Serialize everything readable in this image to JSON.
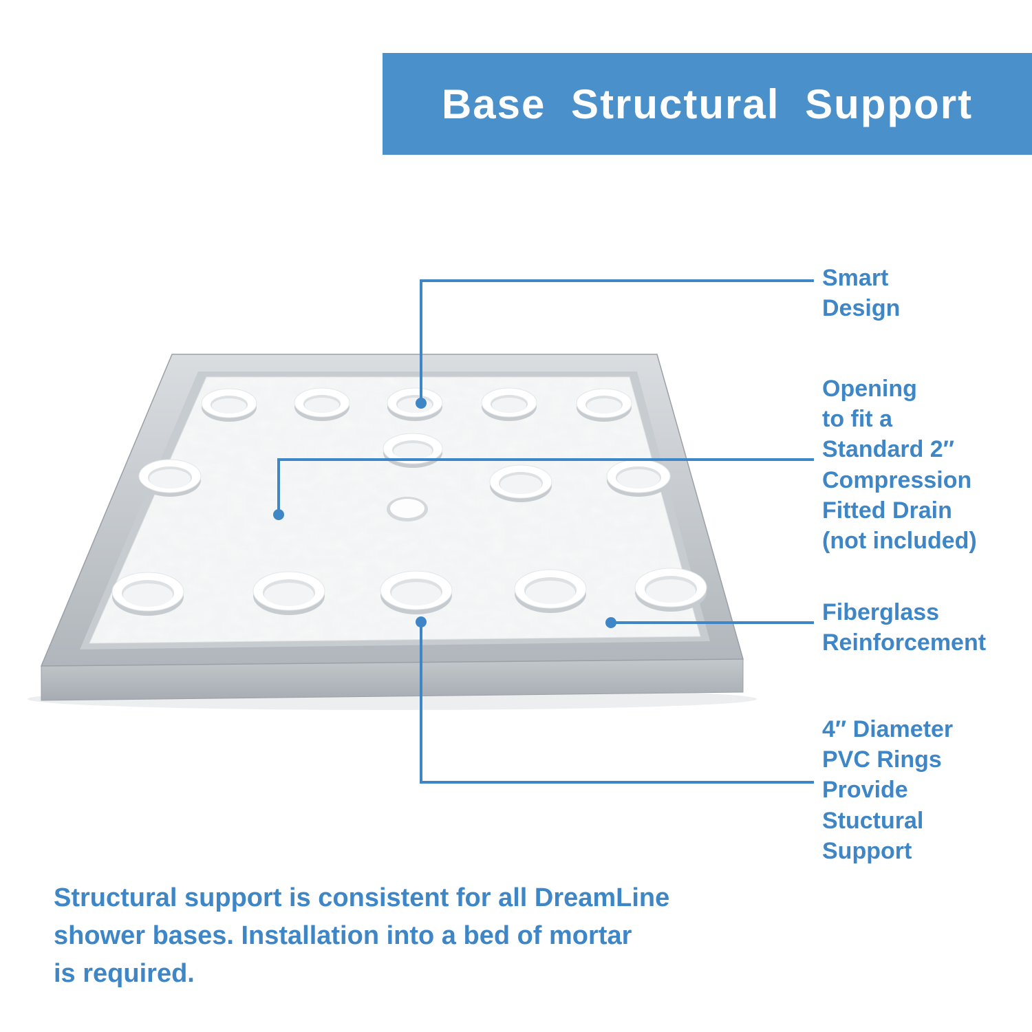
{
  "colors": {
    "banner": "#4a90cb",
    "accent": "#3e86c6"
  },
  "header": {
    "title": "Base Structural Support"
  },
  "callouts": {
    "smart_design": "Smart\nDesign",
    "drain_opening": "Opening\nto fit a\nStandard 2″\nCompression\nFitted Drain\n(not included)",
    "fiberglass": "Fiberglass\nReinforcement",
    "pvc_rings": "4″ Diameter\nPVC Rings\nProvide\nStuctural\nSupport"
  },
  "footer": "Structural support is consistent for all DreamLine\nshower bases. Installation into a bed of mortar\nis required."
}
